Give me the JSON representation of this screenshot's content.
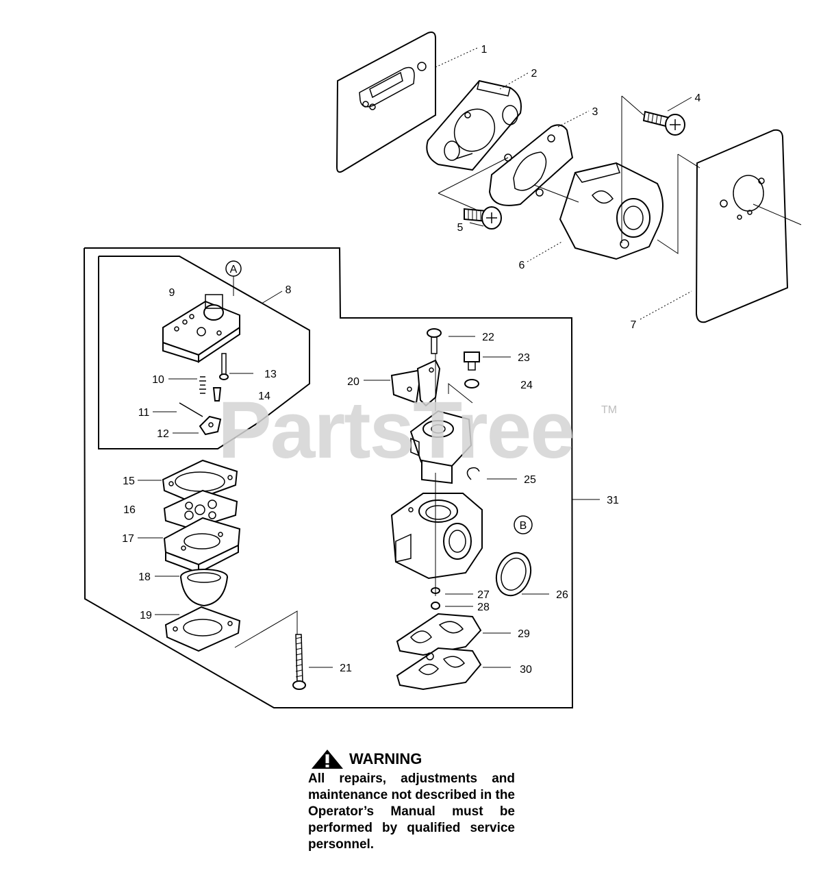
{
  "watermark": {
    "text": "PartsTree",
    "trademark": "TM"
  },
  "callout_markers": {
    "a": "A",
    "b": "B"
  },
  "part_labels": {
    "p1": "1",
    "p2": "2",
    "p3": "3",
    "p4": "4",
    "p5": "5",
    "p6": "6",
    "p7": "7",
    "p8": "8",
    "p9": "9",
    "p10": "10",
    "p11": "11",
    "p12": "12",
    "p13": "13",
    "p14": "14",
    "p15": "15",
    "p16": "16",
    "p17": "17",
    "p18": "18",
    "p19": "19",
    "p20": "20",
    "p21": "21",
    "p22": "22",
    "p23": "23",
    "p24": "24",
    "p25": "25",
    "p26": "26",
    "p27": "27",
    "p28": "28",
    "p29": "29",
    "p30": "30",
    "p31": "31"
  },
  "warning": {
    "title": "WARNING",
    "text": "All repairs, adjustments and maintenance not described in the Operator’s Manual must be performed by qualified service personnel."
  }
}
